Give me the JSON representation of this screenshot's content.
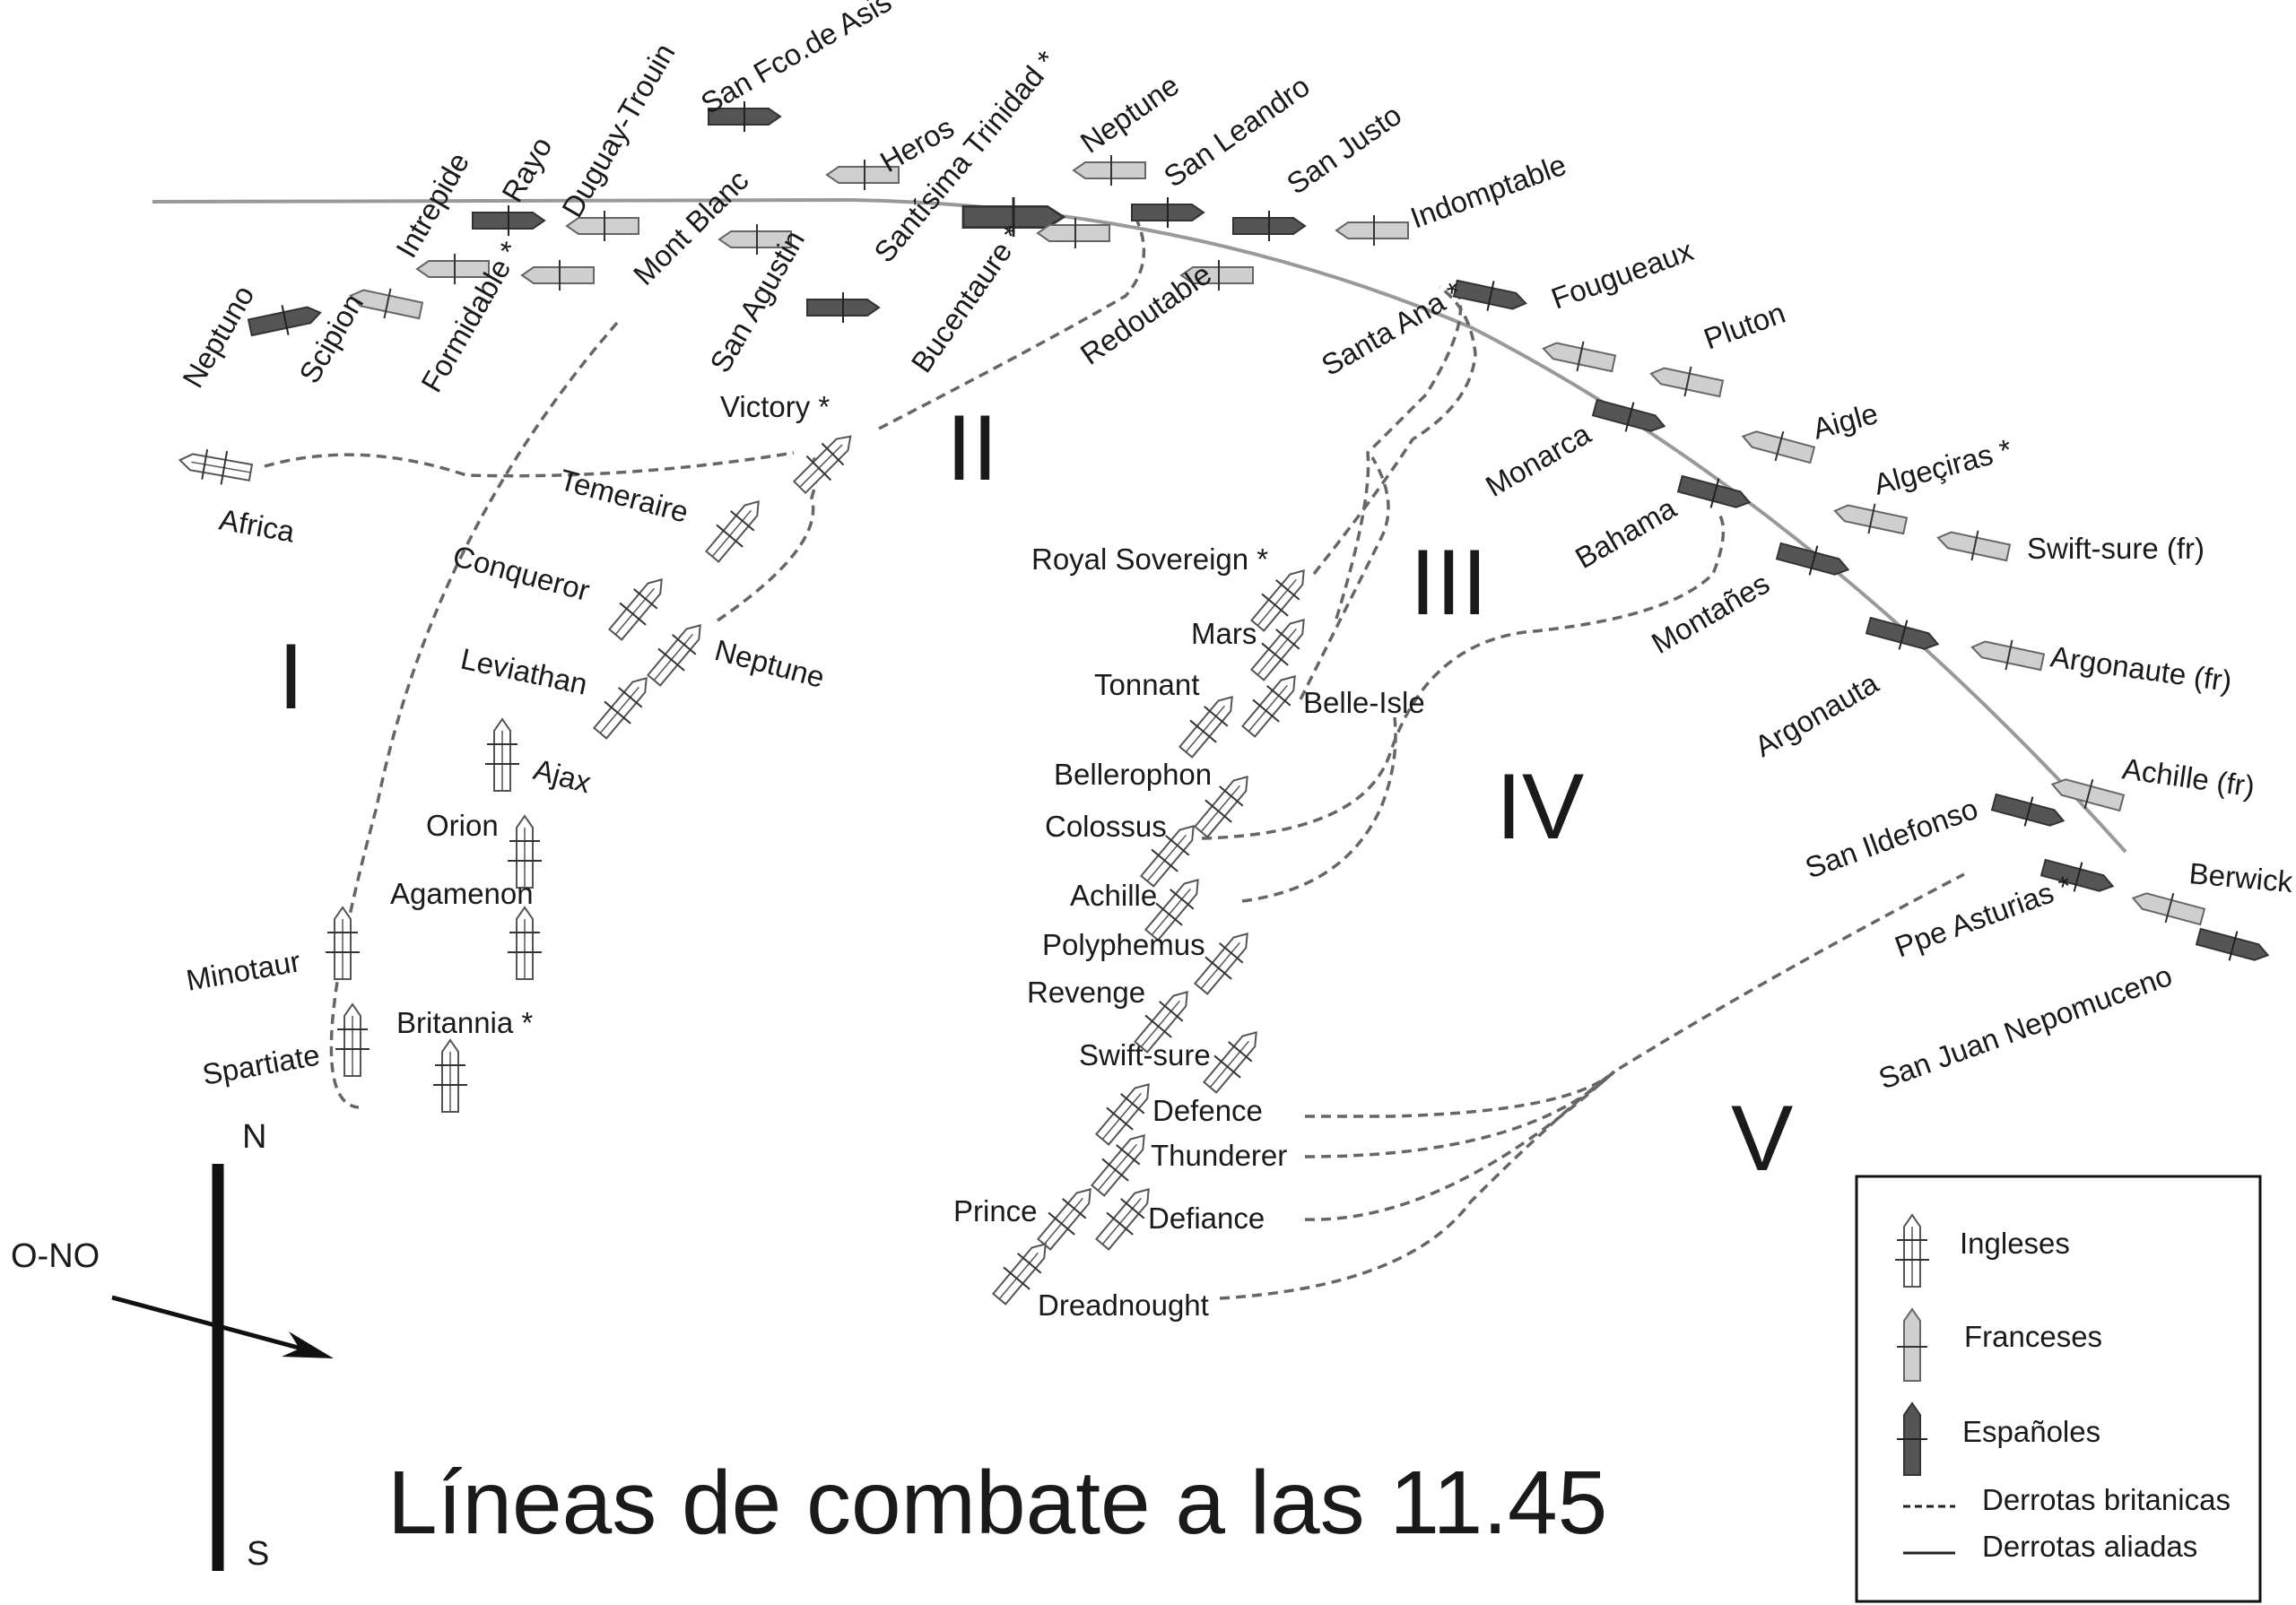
{
  "title": "Líneas de combate a las 11.45",
  "compass": {
    "north": "N",
    "south": "S",
    "wind": "O-NO"
  },
  "columns": {
    "c1": "I",
    "c2": "II",
    "c3": "III",
    "c4": "IV",
    "c5": "V"
  },
  "legend": {
    "english": "Ingleses",
    "french": "Franceses",
    "spanish": "Españoles",
    "british_tracks": "Derrotas britanicas",
    "allied_tracks": "Derrotas aliadas"
  },
  "colors": {
    "english": "#ffffff",
    "french": "#cfcfcf",
    "spanish": "#555555",
    "line": "#999999",
    "track": "#666666"
  },
  "british_ships": [
    "Africa",
    "Temeraire",
    "Conqueror",
    "Leviathan",
    "Ajax",
    "Orion",
    "Agamenon",
    "Minotaur",
    "Spartiate",
    "Britannia *",
    "Victory *",
    "Neptune",
    "Royal Sovereign *",
    "Mars",
    "Tonnant",
    "Belle-Isle",
    "Bellerophon",
    "Colossus",
    "Achille",
    "Polyphemus",
    "Revenge",
    "Swift-sure",
    "Defence",
    "Thunderer",
    "Defiance",
    "Prince",
    "Dreadnought"
  ],
  "allied_ships": [
    "Neptuno",
    "Scipion",
    "Intrepide",
    "Formidable *",
    "Rayo",
    "Duguay-Trouin",
    "Mont Blanc",
    "San Fco.de Asis",
    "San Agustin",
    "Heros",
    "Santísima Trinidad *",
    "Bucentaure *",
    "Neptune",
    "San Leandro",
    "Redoutable",
    "San Justo",
    "Indomptable",
    "Santa Ana *",
    "Fougueaux",
    "Pluton",
    "Monarca",
    "Aigle",
    "Algeçiras *",
    "Bahama",
    "Swift-sure (fr)",
    "Montañes",
    "Argonaute (fr)",
    "Argonauta",
    "Achille (fr)",
    "San Ildefonso",
    "Berwick",
    "Ppe Asturias *",
    "San Juan Nepomuceno"
  ]
}
